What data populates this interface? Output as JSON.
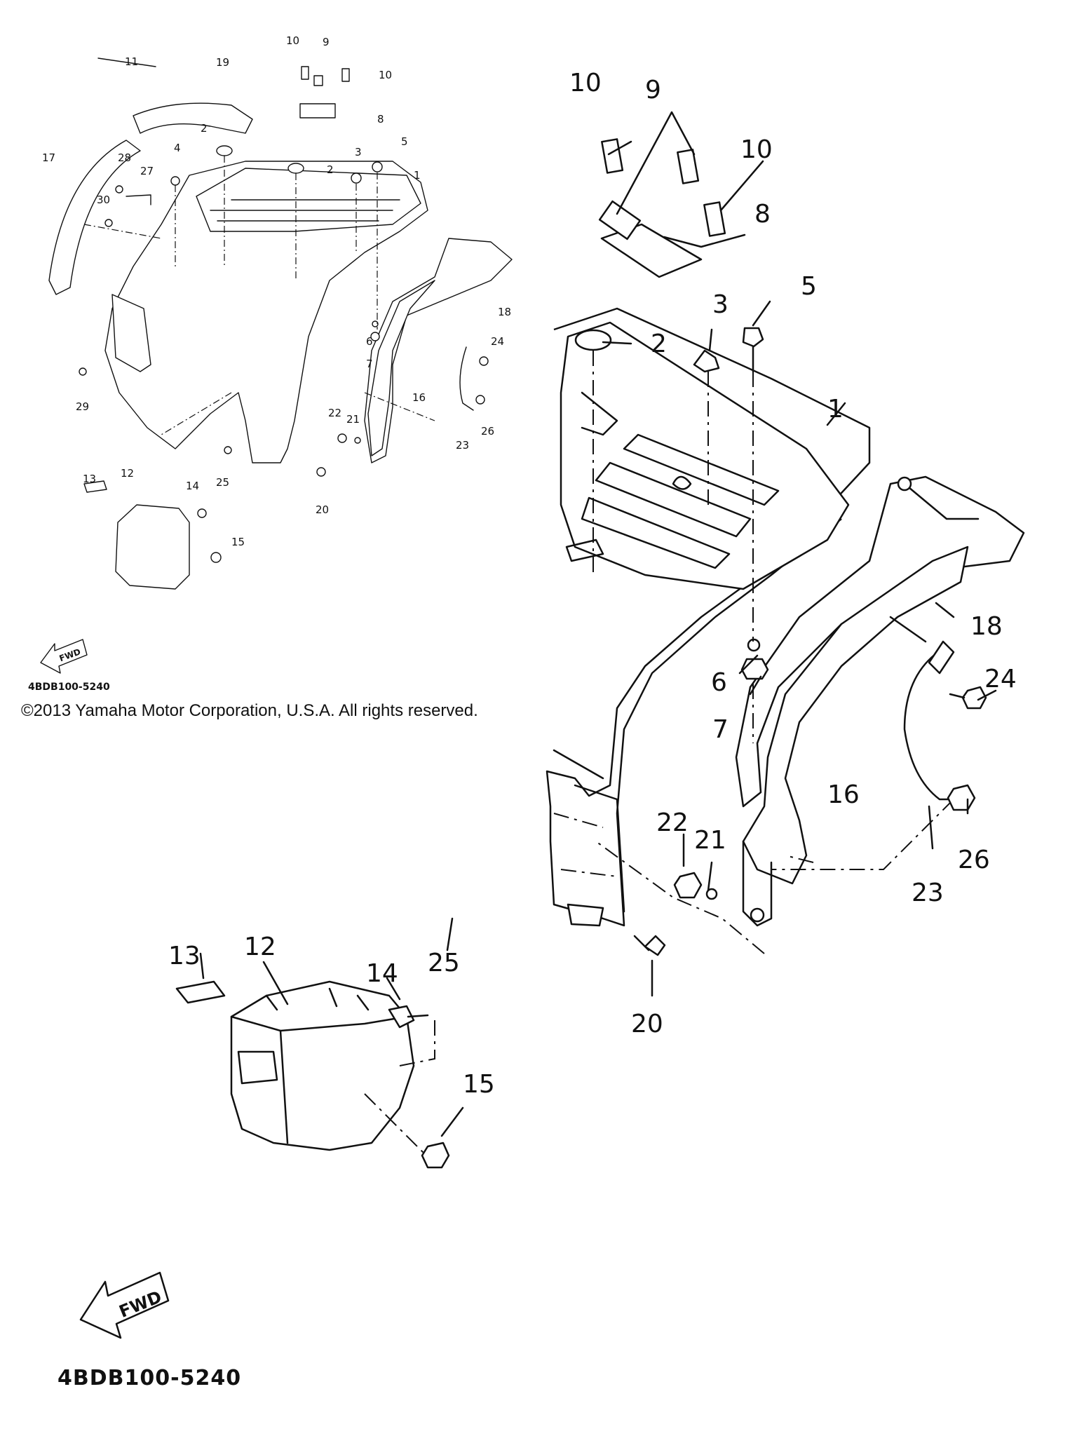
{
  "copyright": "©2013 Yamaha Motor Corporation, U.S.A. All rights reserved.",
  "diagram_code": "4BDB100-5240",
  "fwd_label": "FWD",
  "callouts": {
    "p1": "1",
    "p2": "2",
    "p3": "3",
    "p4": "4",
    "p5": "5",
    "p6": "6",
    "p7": "7",
    "p8": "8",
    "p9": "9",
    "p10": "10",
    "p11": "11",
    "p12": "12",
    "p13": "13",
    "p14": "14",
    "p15": "15",
    "p16": "16",
    "p17": "17",
    "p18": "18",
    "p19": "19",
    "p20": "20",
    "p21": "21",
    "p22": "22",
    "p23": "23",
    "p24": "24",
    "p25": "25",
    "p26": "26",
    "p27": "27",
    "p28": "28",
    "p29": "29",
    "p30": "30"
  }
}
